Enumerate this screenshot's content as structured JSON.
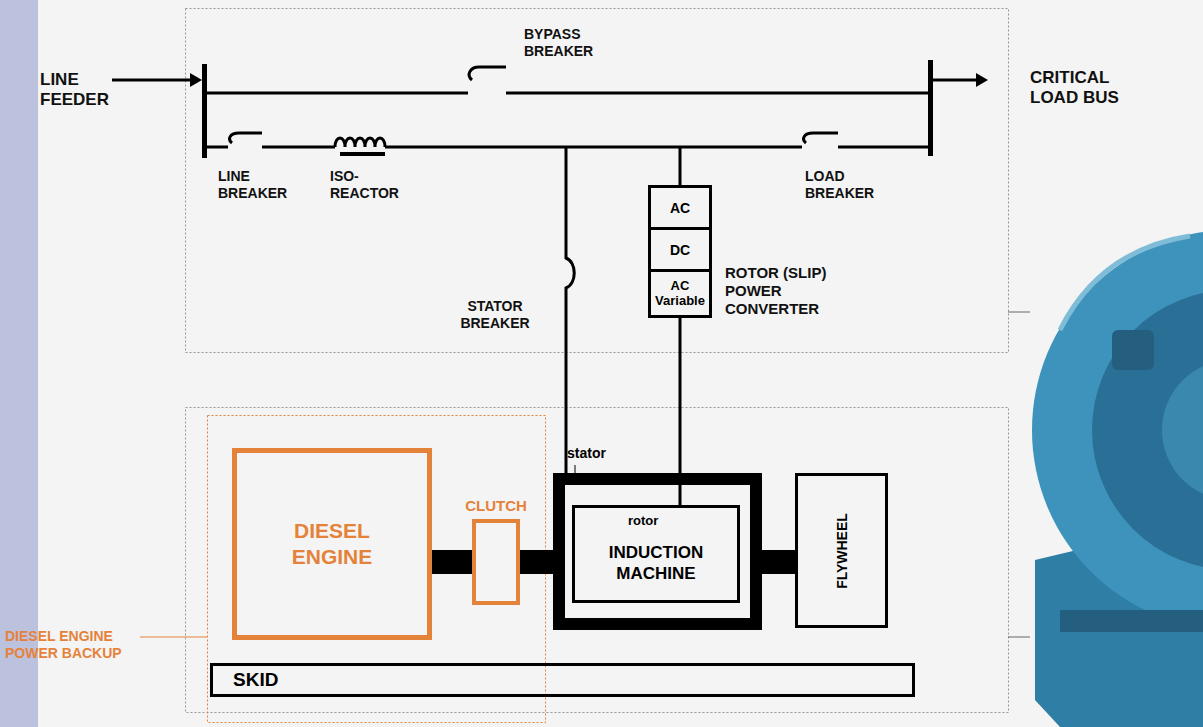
{
  "diagram": {
    "nodes": [
      {
        "text": [
          "ROTOR (SLIP) POWER CONVERTER"
        ]
      },
      {
        "text": [
          "AC"
        ],
        "in": 0
      },
      {
        "text": [
          "DC"
        ],
        "in": 0
      },
      {
        "text": [
          "AC Variable"
        ],
        "in": 0
      },
      {
        "text": [
          "DIESEL ENGINE"
        ]
      },
      {
        "text": [
          "CLUTCH"
        ]
      },
      {
        "text": [
          "stator"
        ]
      },
      {
        "text": [
          "rotor",
          "INDUCTION MACHINE"
        ],
        "in": 6
      },
      {
        "text": [
          "FLYWHEEL"
        ]
      },
      {
        "text": [
          "SKID"
        ]
      }
    ],
    "edges": [
      {
        "from": 4,
        "to": 5,
        "arrow": "none"
      },
      {
        "from": 5,
        "to": 6,
        "arrow": "none"
      },
      {
        "from": 6,
        "to": 8,
        "arrow": "none"
      },
      {
        "from": 0,
        "to": 7,
        "arrow": "none"
      }
    ],
    "labels": [
      "LINE FEEDER",
      "BYPASS BREAKER",
      "LINE BREAKER",
      "ISO- REACTOR",
      "LOAD BREAKER",
      "CRITICAL LOAD BUS",
      "STATOR BREAKER",
      "DIESEL ENGINE POWER BACKUP"
    ]
  }
}
